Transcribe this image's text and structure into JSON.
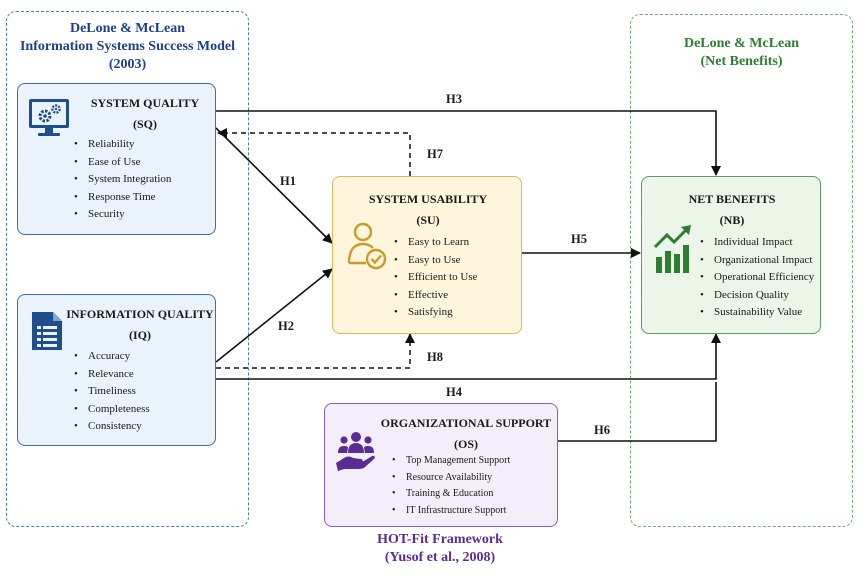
{
  "regions": {
    "delone_left": {
      "title_line1": "DeLone & McLean",
      "title_line2": "Information Systems Success Model",
      "title_line3": "(2003)"
    },
    "delone_right": {
      "title_line1": "DeLone & McLean",
      "title_line2": "(Net Benefits)"
    },
    "hotfit": {
      "title_line1": "HOT-Fit Framework",
      "title_line2": "(Yusof et al., 2008)"
    }
  },
  "boxes": {
    "sq": {
      "title": "SYSTEM QUALITY",
      "abbr": "(SQ)",
      "items": [
        "Reliability",
        "Ease of Use",
        "System Integration",
        "Response Time",
        "Security"
      ],
      "icon": "monitor-gear-icon"
    },
    "iq": {
      "title": "INFORMATION QUALITY",
      "abbr": "(IQ)",
      "items": [
        "Accuracy",
        "Relevance",
        "Timeliness",
        "Completeness",
        "Consistency"
      ],
      "icon": "document-icon"
    },
    "su": {
      "title": "SYSTEM USABILITY",
      "abbr": "(SU)",
      "items": [
        "Easy to Learn",
        "Easy to Use",
        "Efficient to Use",
        "Effective",
        "Satisfying"
      ],
      "icon": "user-check-icon"
    },
    "nb": {
      "title": "NET BENEFITS",
      "abbr": "(NB)",
      "items": [
        "Individual Impact",
        "Organizational Impact",
        "Operational Efficiency",
        "Decision Quality",
        "Sustainability Value"
      ],
      "icon": "growth-chart-icon"
    },
    "os": {
      "title": "ORGANIZATIONAL SUPPORT",
      "abbr": "(OS)",
      "items": [
        "Top Management Support",
        "Resource Availability",
        "Training & Education",
        "IT Infrastructure Support"
      ],
      "icon": "group-hand-icon"
    }
  },
  "hypotheses": {
    "h1": "H1",
    "h2": "H2",
    "h3": "H3",
    "h4": "H4",
    "h5": "H5",
    "h6": "H6",
    "h7": "H7",
    "h8": "H8"
  },
  "colors": {
    "blue": "#1f3e8c",
    "blue_border": "#3a6db5",
    "blue_fill": "#eaf2fb",
    "yellow_border": "#e3b85a",
    "yellow_fill": "#fdf5dc",
    "green": "#2e7d32",
    "green_border": "#5c9c5c",
    "green_fill": "#ebf5e8",
    "purple": "#5b2c91",
    "purple_border": "#8a5cc0",
    "purple_fill": "#f4eefb",
    "arrow": "#111111"
  }
}
